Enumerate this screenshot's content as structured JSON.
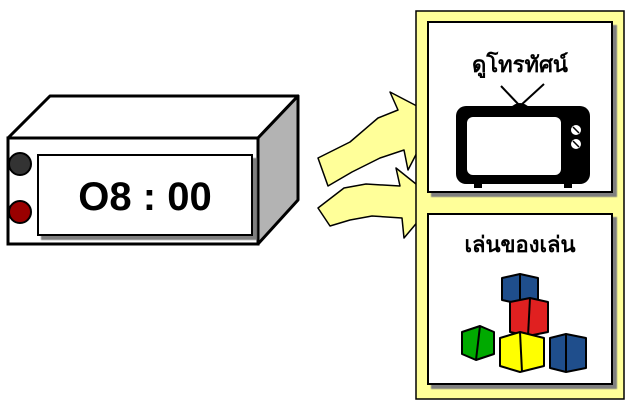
{
  "clock": {
    "time": "O8 : 00"
  },
  "choices": [
    {
      "label": "ดูโทรทัศน์",
      "icon": "television-icon"
    },
    {
      "label": "เล่นของเล่น",
      "icon": "toy-blocks-icon"
    }
  ],
  "colors": {
    "panel_yellow": "#ffff99",
    "arrow_yellow": "#ffff99",
    "button_dark": "#333333",
    "button_red": "#990000",
    "block_blue": "#1f4e8c",
    "block_red": "#e02020",
    "block_yellow": "#ffff00",
    "block_green": "#00aa00",
    "block_teal": "#2a7fa0"
  }
}
